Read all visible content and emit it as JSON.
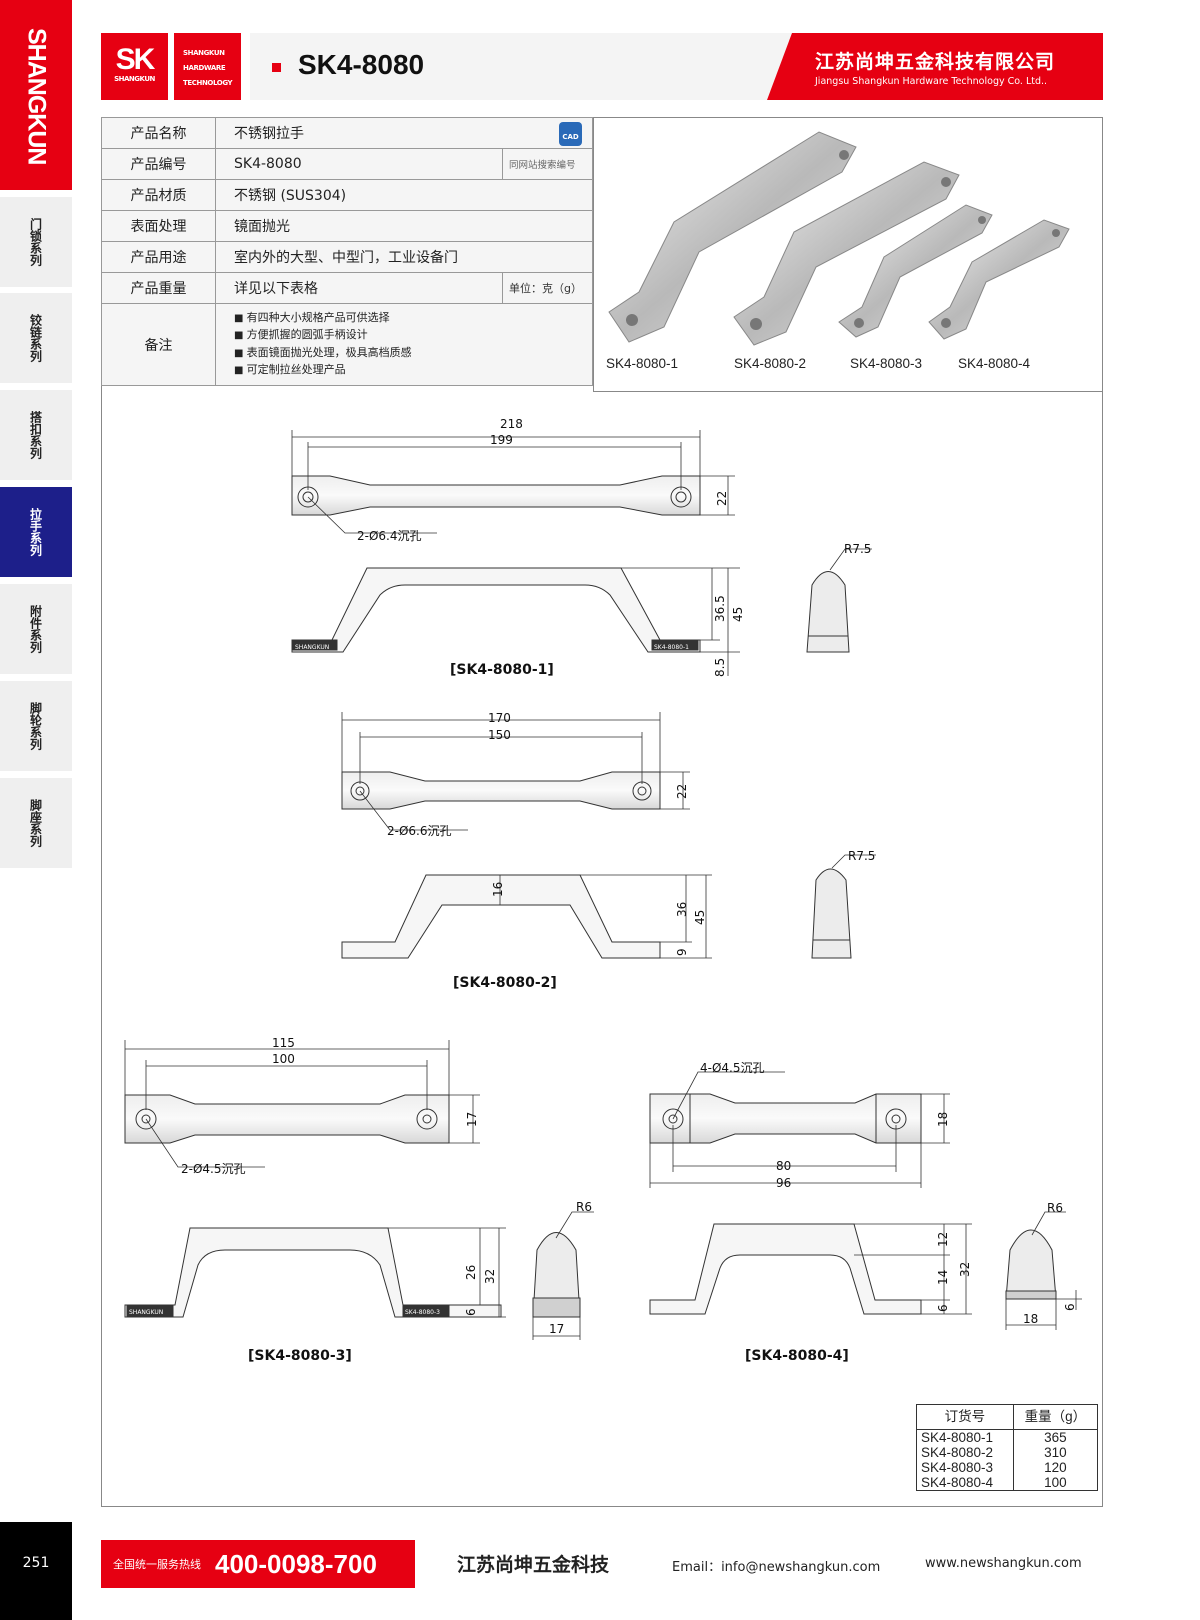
{
  "sidebar": {
    "brand": "SHANGKUN",
    "tabs": [
      "门锁系列",
      "铰链系列",
      "搭扣系列",
      "拉手系列",
      "附件系列",
      "脚轮系列",
      "脚座系列"
    ],
    "active_tab": "拉手系列"
  },
  "header": {
    "logo_mark": "SK",
    "logo_sub": "SHANGKUN",
    "logo_tagline": [
      "SHANGKUN",
      "HARDWARE",
      "TECHNOLOGY"
    ],
    "title": "SK4-8080",
    "company_cn": "江苏尚坤五金科技有限公司",
    "company_en": "Jiangsu Shangkun Hardware Technology Co. Ltd.."
  },
  "spec": {
    "name_label": "产品名称",
    "name": "不锈钢拉手",
    "cad_label": "CAD",
    "code_label": "产品编号",
    "code": "SK4-8080",
    "search_hint": "同网站搜索编号",
    "material_label": "产品材质",
    "material": "不锈钢 (SUS304)",
    "finish_label": "表面处理",
    "finish": "镜面抛光",
    "usage_label": "产品用途",
    "usage": "室内外的大型、中型门，工业设备门",
    "weight_label": "产品重量",
    "weight": "详见以下表格",
    "weight_unit": "单位：克（g）",
    "notes_label": "备注",
    "notes": [
      "有四种大小规格产品可供选择",
      "方便抓握的圆弧手柄设计",
      "表面镜面抛光处理，极具高档质感",
      "可定制拉丝处理产品"
    ]
  },
  "photos": {
    "labels": [
      "SK4-8080-1",
      "SK4-8080-2",
      "SK4-8080-3",
      "SK4-8080-4"
    ]
  },
  "drawings": [
    {
      "caption": "[SK4-8080-1]",
      "length": "218",
      "hole_pitch": "199",
      "width": "22",
      "hole": "2-Ø6.4沉孔",
      "h_inner": "36.5",
      "h_total": "45",
      "foot": "8.5",
      "radius": "R7.5",
      "mark_left": "SHANGKUN",
      "mark_right": "SK4-8080-1"
    },
    {
      "caption": "[SK4-8080-2]",
      "length": "170",
      "hole_pitch": "150",
      "width": "22",
      "hole": "2-Ø6.6沉孔",
      "thickness": "16",
      "h_inner": "36",
      "h_total": "45",
      "foot": "9",
      "radius": "R7.5"
    },
    {
      "caption": "[SK4-8080-3]",
      "length": "115",
      "hole_pitch": "100",
      "width": "17",
      "hole": "2-Ø4.5沉孔",
      "h_inner": "26",
      "h_total": "32",
      "foot": "6",
      "radius": "R6",
      "profile_width": "17",
      "mark_left": "SHANGKUN",
      "mark_right": "SK4-8080-3"
    },
    {
      "caption": "[SK4-8080-4]",
      "length": "96",
      "hole_pitch": "80",
      "width": "18",
      "hole": "4-Ø4.5沉孔",
      "thickness": "12",
      "h_inner": "14",
      "h_total": "32",
      "foot": "6",
      "radius": "R6",
      "profile_width": "18",
      "profile_foot": "6"
    }
  ],
  "weights": {
    "headers": [
      "订货号",
      "重量（g）"
    ],
    "rows": [
      [
        "SK4-8080-1",
        "365"
      ],
      [
        "SK4-8080-2",
        "310"
      ],
      [
        "SK4-8080-3",
        "120"
      ],
      [
        "SK4-8080-4",
        "100"
      ]
    ]
  },
  "footer": {
    "page": "251",
    "hotline_label": "全国统一服务热线",
    "hotline": "400-0098-700",
    "company": "江苏尚坤五金科技",
    "email": "Email：info@newshangkun.com",
    "website": "www.newshangkun.com"
  }
}
